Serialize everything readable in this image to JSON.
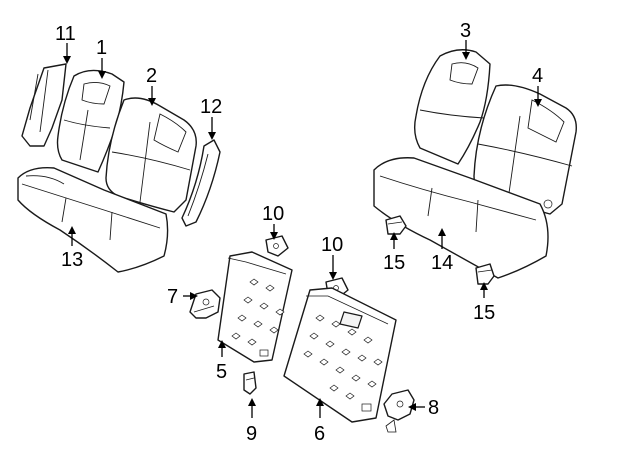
{
  "callouts": [
    {
      "id": "11",
      "label": "11"
    },
    {
      "id": "1",
      "label": "1"
    },
    {
      "id": "2",
      "label": "2"
    },
    {
      "id": "12",
      "label": "12"
    },
    {
      "id": "13",
      "label": "13"
    },
    {
      "id": "3",
      "label": "3"
    },
    {
      "id": "4",
      "label": "4"
    },
    {
      "id": "14",
      "label": "14"
    },
    {
      "id": "15a",
      "label": "15"
    },
    {
      "id": "15b",
      "label": "15"
    },
    {
      "id": "10a",
      "label": "10"
    },
    {
      "id": "10b",
      "label": "10"
    },
    {
      "id": "7",
      "label": "7"
    },
    {
      "id": "5",
      "label": "5"
    },
    {
      "id": "9",
      "label": "9"
    },
    {
      "id": "6",
      "label": "6"
    },
    {
      "id": "8",
      "label": "8"
    }
  ]
}
